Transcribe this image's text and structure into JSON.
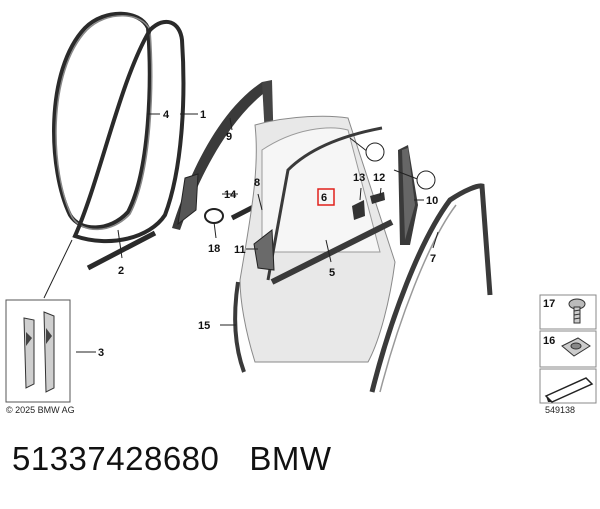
{
  "diagram": {
    "callouts": [
      "1",
      "2",
      "3",
      "4",
      "5",
      "6",
      "7",
      "8",
      "9",
      "10",
      "11",
      "12",
      "13",
      "14",
      "15",
      "16",
      "17",
      "18"
    ],
    "legend_labels": [
      "17",
      "16"
    ],
    "copyright": "© 2025 BMW AG",
    "diagram_id": "549138",
    "highlighted_part": "6",
    "highlight_color": "#e0201c"
  },
  "caption": {
    "part_number": "51337428680",
    "brand": "BMW"
  }
}
